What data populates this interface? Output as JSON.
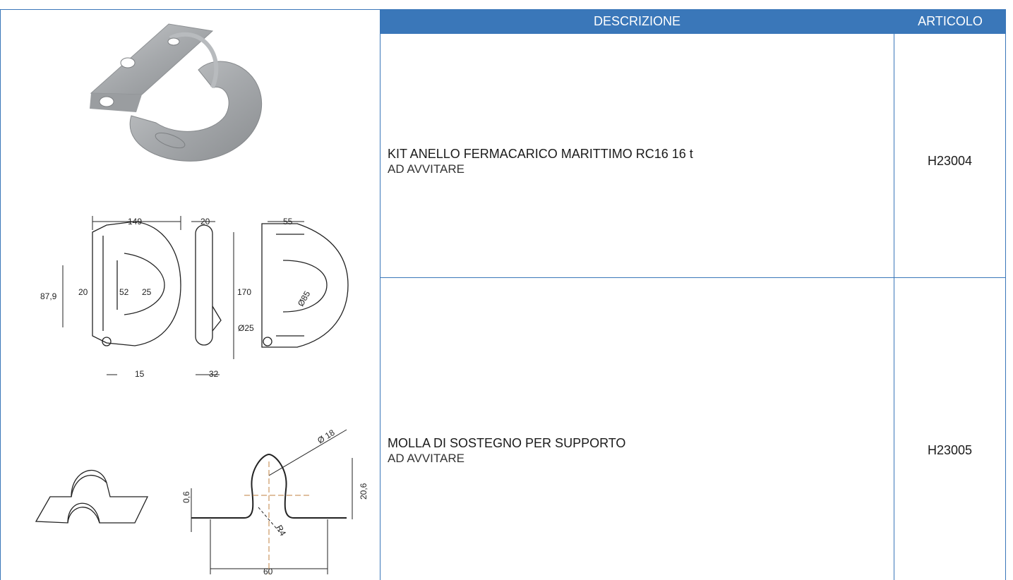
{
  "header": {
    "description_label": "DESCRIZIONE",
    "article_label": "ARTICOLO"
  },
  "rows": [
    {
      "title": "KIT ANELLO FERMACARICO MARITTIMO RC16 16 t",
      "subtitle": "AD AVVITARE",
      "article": "H23004"
    },
    {
      "title": "MOLLA DI SOSTEGNO PER SUPPORTO",
      "subtitle": "AD AVVITARE",
      "article": "H23005"
    }
  ],
  "drawing_ring": {
    "dim_149": "149",
    "dim_20_top": "20",
    "dim_55": "55",
    "dim_87_9": "87,9",
    "dim_20": "20",
    "dim_52": "52",
    "dim_25": "25",
    "dim_170": "170",
    "dim_d85": "Ø85",
    "dim_d25": "Ø25",
    "dim_15": "15",
    "dim_32": "32"
  },
  "drawing_spring": {
    "dim_d18": "Ø 18",
    "dim_0_6": "0,6",
    "dim_20_6": "20,6",
    "dim_r4": "R4",
    "dim_60": "60"
  },
  "colors": {
    "accent": "#3a77b9",
    "header_text": "#ffffff"
  }
}
